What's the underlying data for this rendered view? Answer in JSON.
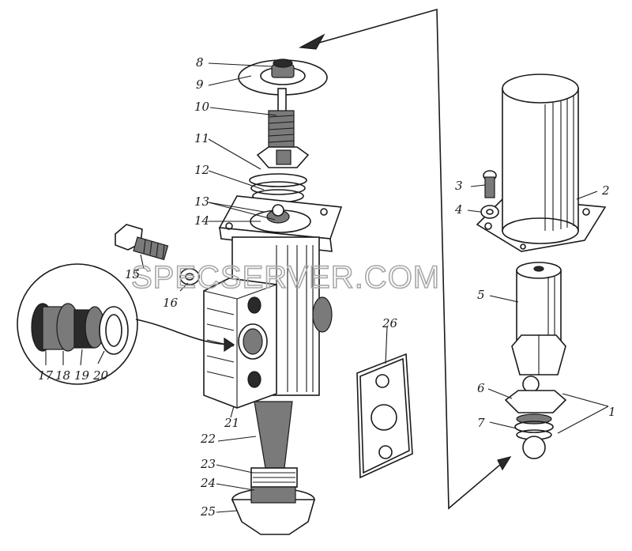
{
  "watermark": "SPECSERVER.COM",
  "callouts": {
    "l1": "1",
    "l2": "2",
    "l3": "3",
    "l4": "4",
    "l5": "5",
    "l6": "6",
    "l7": "7",
    "l8": "8",
    "l9": "9",
    "l10": "10",
    "l11": "11",
    "l12": "12",
    "l13": "13",
    "l14": "14",
    "l15": "15",
    "l16": "16",
    "l17": "17",
    "l18": "18",
    "l19": "19",
    "l20": "20",
    "l21": "21",
    "l22": "22",
    "l23": "23",
    "l24": "24",
    "l25": "25",
    "l26": "26"
  }
}
